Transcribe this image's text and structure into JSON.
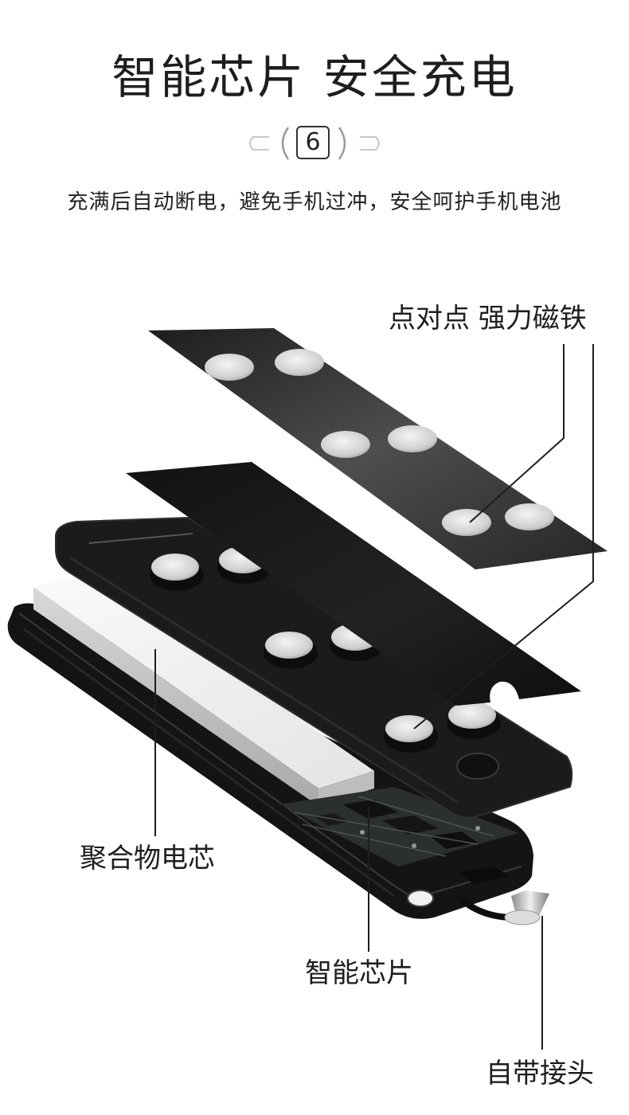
{
  "title": "智能芯片 安全充电",
  "badge": {
    "number": "6"
  },
  "subtitle": "充满后自动断电，避免手机过冲，安全呵护手机电池",
  "callouts": {
    "magnets": "点对点 强力磁铁",
    "battery": "聚合物电芯",
    "chip": "智能芯片",
    "connector": "自带接头"
  },
  "colors": {
    "text": "#1e1e1e",
    "shell": "#151515",
    "plate": "#3a3a3a",
    "magnet": "#d9d9d9",
    "battery": "#f2f2f2",
    "board": "#2b302d",
    "decor": "#c8c8c8"
  },
  "icons": [
    "bracket-left-icon",
    "bracket-right-icon",
    "chevron-left-icon",
    "chevron-right-icon"
  ]
}
